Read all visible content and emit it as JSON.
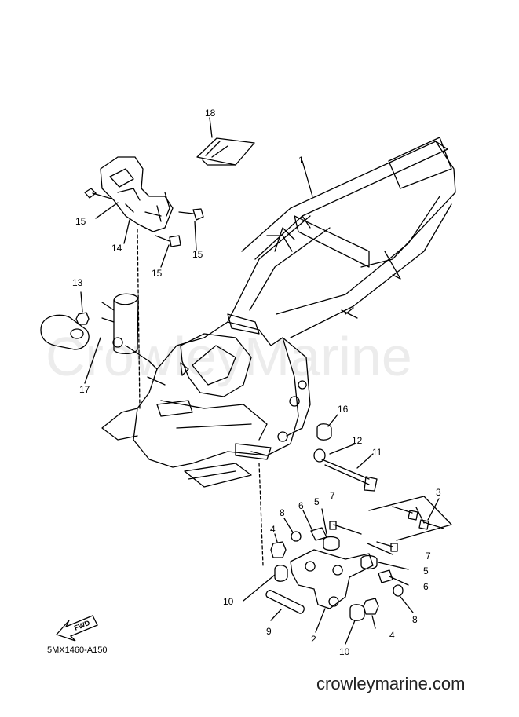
{
  "watermark": "CrowleyMarine",
  "diagram_code": "5MX1460-A150",
  "footer": "crowleymarine.com",
  "fwd_label": "FWD",
  "part_labels": [
    "18",
    "1",
    "15",
    "14",
    "15",
    "15",
    "13",
    "17",
    "16",
    "12",
    "11",
    "3",
    "7",
    "6",
    "5",
    "8",
    "4",
    "7",
    "5",
    "6",
    "8",
    "4",
    "10",
    "9",
    "2",
    "10"
  ]
}
